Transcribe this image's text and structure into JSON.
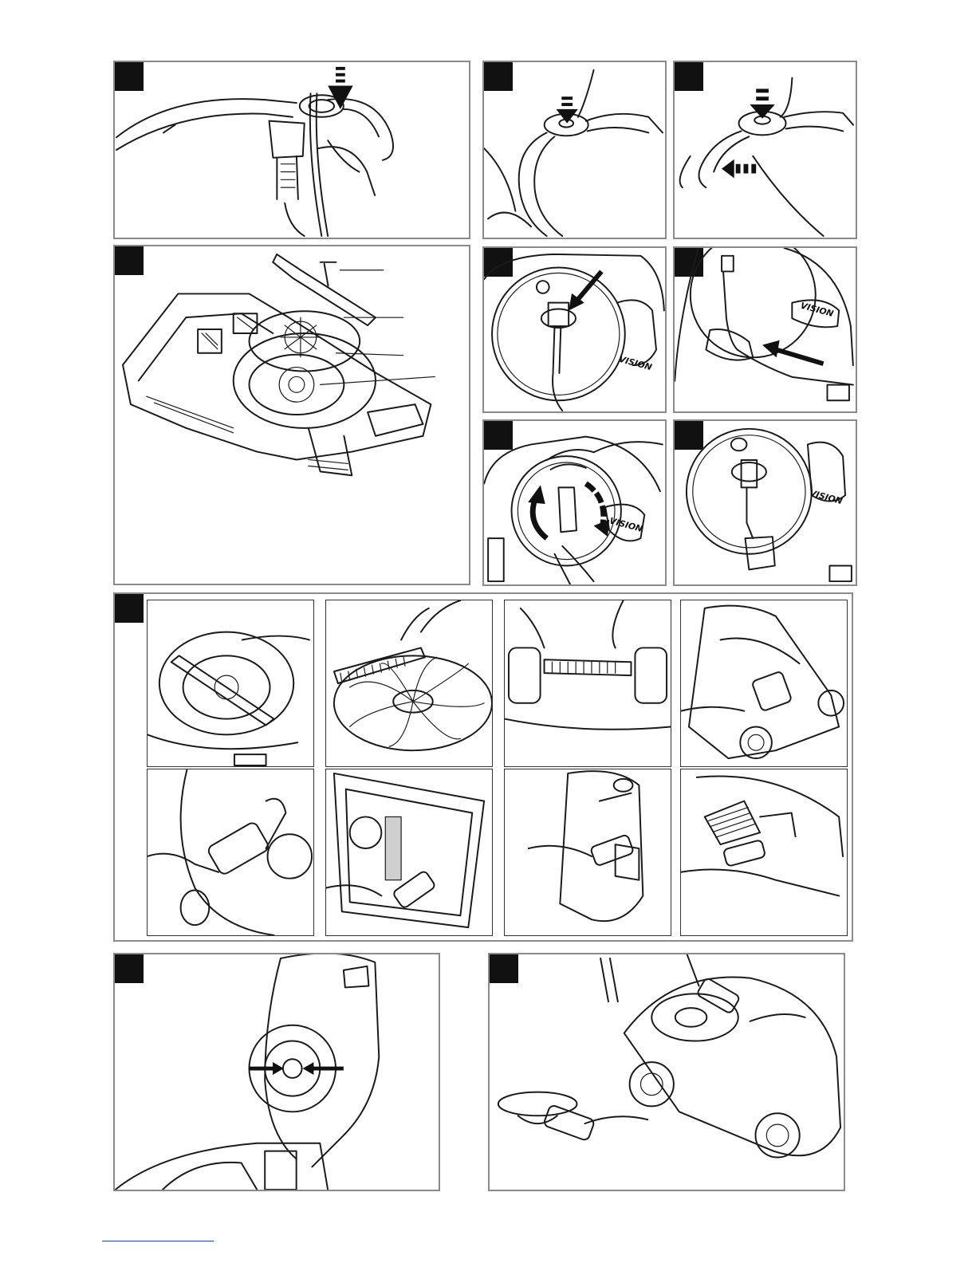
{
  "brand_logo": "VISION",
  "panels": [
    {
      "id": "p1",
      "number": ""
    },
    {
      "id": "p2",
      "number": ""
    },
    {
      "id": "p3",
      "number": ""
    },
    {
      "id": "p4",
      "number": ""
    },
    {
      "id": "p5",
      "number": ""
    },
    {
      "id": "p6",
      "number": ""
    },
    {
      "id": "p7",
      "number": ""
    },
    {
      "id": "p8",
      "number": ""
    },
    {
      "id": "p9",
      "number": ""
    },
    {
      "id": "p10",
      "number": ""
    },
    {
      "id": "p11",
      "number": ""
    }
  ],
  "colors": {
    "ink": "#1a1a1a",
    "frame": "#8a8a8a",
    "badge": "#111111",
    "footer_line": "#1f3fbf"
  },
  "icons": [
    "arrow-down-dashed-icon",
    "arrow-left-dashed-icon",
    "arrow-solid-icon",
    "rotate-arrows-icon",
    "brush-icon",
    "gloved-hand-icon"
  ]
}
